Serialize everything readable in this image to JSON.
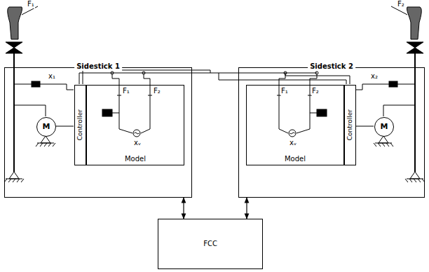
{
  "diagram": {
    "nodes": [
      {
        "text": [
          "Sidestick 1"
        ]
      },
      {
        "text": [
          "Controller"
        ],
        "in": 0
      },
      {
        "text": [
          "Model"
        ],
        "in": 0
      },
      {
        "text": [
          "M"
        ],
        "in": 0
      },
      {
        "text": [
          "Sidestick 2"
        ]
      },
      {
        "text": [
          "Model"
        ],
        "in": 4
      },
      {
        "text": [
          "Controller"
        ],
        "in": 4
      },
      {
        "text": [
          "M"
        ],
        "in": 4
      },
      {
        "text": [
          "FCC"
        ]
      }
    ],
    "edges": [
      {
        "from": 8,
        "to": 0,
        "arrow": "both"
      },
      {
        "from": 8,
        "to": 4,
        "arrow": "both"
      }
    ],
    "labels": [
      "F₁",
      "F₂",
      "x₁",
      "F₁",
      "F₂",
      "xᵥ",
      "x₂",
      "F₁",
      "F₂",
      "xᵥ"
    ]
  }
}
